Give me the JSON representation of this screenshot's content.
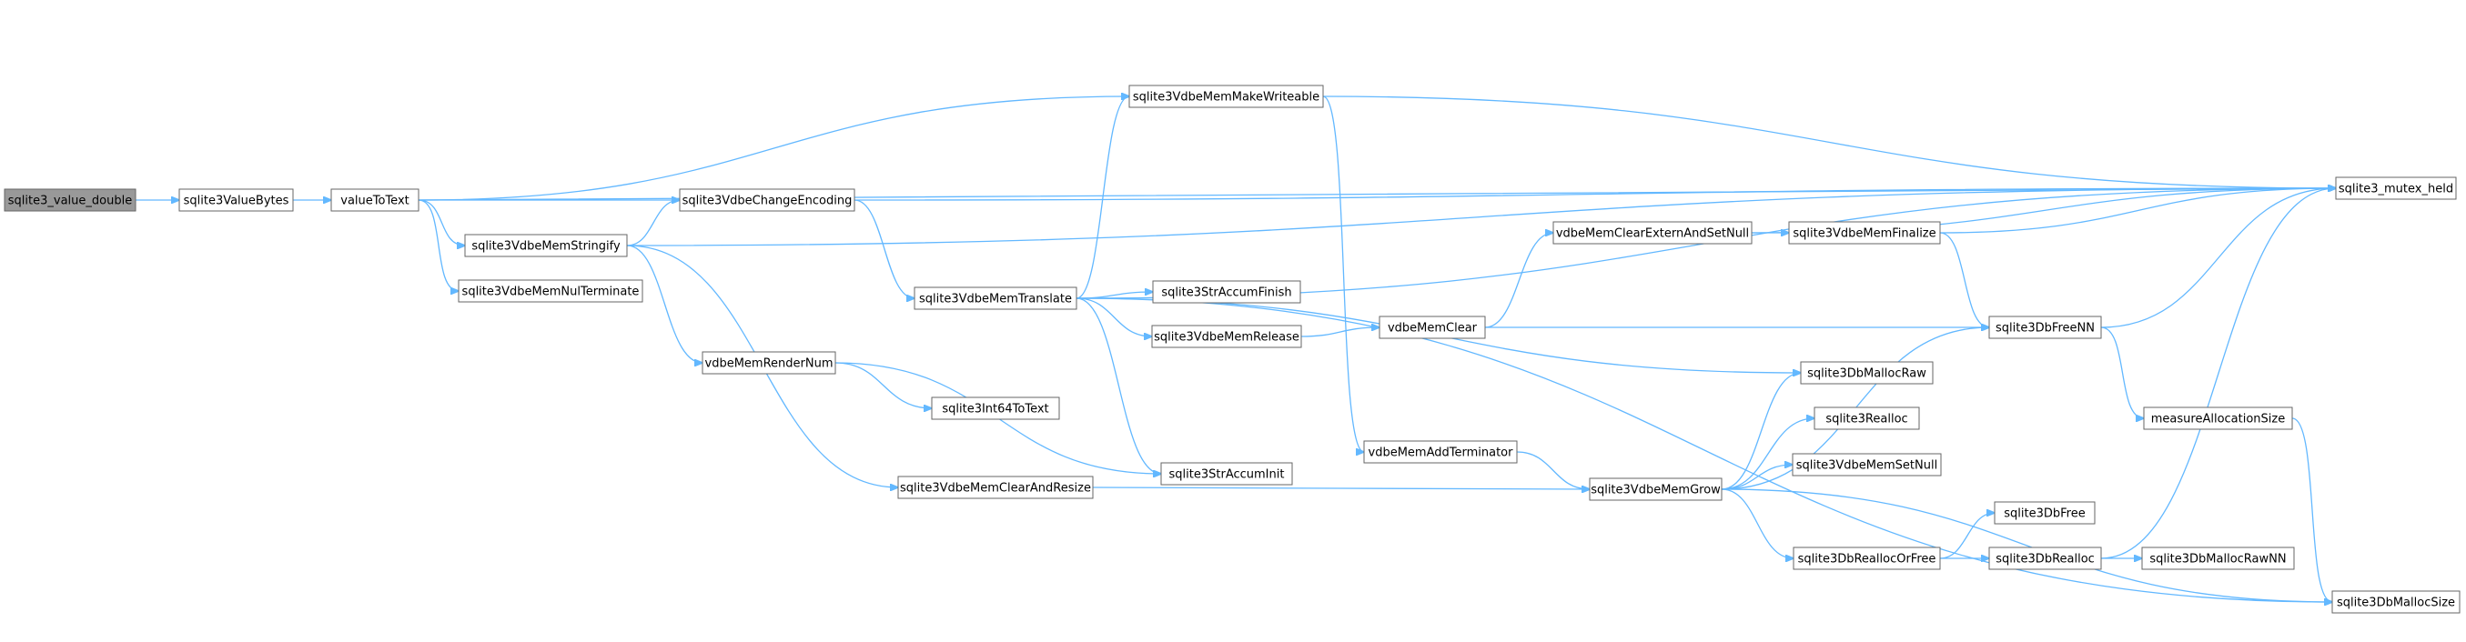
{
  "graph": {
    "root": "sqlite3_value_double",
    "accent_color": "#63b8ff",
    "root_fill": "#999999",
    "nodes": {
      "n_sqlite3_value_double": "sqlite3_value_double",
      "n_sqlite3ValueBytes": "sqlite3ValueBytes",
      "n_valueToText": "valueToText",
      "n_sqlite3VdbeChangeEncoding": "sqlite3VdbeChangeEncoding",
      "n_sqlite3VdbeMemStringify": "sqlite3VdbeMemStringify",
      "n_sqlite3VdbeMemNulTerminate": "sqlite3VdbeMemNulTerminate",
      "n_sqlite3VdbeMemMakeWriteable": "sqlite3VdbeMemMakeWriteable",
      "n_sqlite3VdbeMemTranslate": "sqlite3VdbeMemTranslate",
      "n_vdbeMemRenderNum": "vdbeMemRenderNum",
      "n_sqlite3Int64ToText": "sqlite3Int64ToText",
      "n_sqlite3VdbeMemClearAndResize": "sqlite3VdbeMemClearAndResize",
      "n_sqlite3StrAccumFinish": "sqlite3StrAccumFinish",
      "n_sqlite3VdbeMemRelease": "sqlite3VdbeMemRelease",
      "n_sqlite3StrAccumInit": "sqlite3StrAccumInit",
      "n_vdbeMemAddTerminator": "vdbeMemAddTerminator",
      "n_vdbeMemClearExternAndSetNull": "vdbeMemClearExternAndSetNull",
      "n_vdbeMemClear": "vdbeMemClear",
      "n_sqlite3VdbeMemGrow": "sqlite3VdbeMemGrow",
      "n_sqlite3VdbeMemFinalize": "sqlite3VdbeMemFinalize",
      "n_sqlite3DbMallocRaw": "sqlite3DbMallocRaw",
      "n_sqlite3Realloc": "sqlite3Realloc",
      "n_sqlite3VdbeMemSetNull": "sqlite3VdbeMemSetNull",
      "n_sqlite3DbReallocOrFree": "sqlite3DbReallocOrFree",
      "n_sqlite3DbFree": "sqlite3DbFree",
      "n_sqlite3DbRealloc": "sqlite3DbRealloc",
      "n_sqlite3_mutex_held": "sqlite3_mutex_held",
      "n_sqlite3DbFreeNN": "sqlite3DbFreeNN",
      "n_measureAllocationSize": "measureAllocationSize",
      "n_sqlite3DbMallocRawNN": "sqlite3DbMallocRawNN",
      "n_sqlite3DbMallocSize": "sqlite3DbMallocSize"
    },
    "edges": [
      [
        "n_sqlite3_value_double",
        "n_sqlite3ValueBytes"
      ],
      [
        "n_sqlite3ValueBytes",
        "n_valueToText"
      ],
      [
        "n_valueToText",
        "n_sqlite3_mutex_held"
      ],
      [
        "n_valueToText",
        "n_sqlite3VdbeMemMakeWriteable"
      ],
      [
        "n_valueToText",
        "n_sqlite3VdbeChangeEncoding"
      ],
      [
        "n_valueToText",
        "n_sqlite3VdbeMemStringify"
      ],
      [
        "n_valueToText",
        "n_sqlite3VdbeMemNulTerminate"
      ],
      [
        "n_sqlite3VdbeChangeEncoding",
        "n_sqlite3_mutex_held"
      ],
      [
        "n_sqlite3VdbeChangeEncoding",
        "n_sqlite3VdbeMemTranslate"
      ],
      [
        "n_sqlite3VdbeMemStringify",
        "n_sqlite3VdbeChangeEncoding"
      ],
      [
        "n_sqlite3VdbeMemStringify",
        "n_sqlite3_mutex_held"
      ],
      [
        "n_sqlite3VdbeMemStringify",
        "n_vdbeMemRenderNum"
      ],
      [
        "n_sqlite3VdbeMemStringify",
        "n_sqlite3VdbeMemClearAndResize"
      ],
      [
        "n_sqlite3VdbeMemMakeWriteable",
        "n_sqlite3_mutex_held"
      ],
      [
        "n_sqlite3VdbeMemMakeWriteable",
        "n_vdbeMemAddTerminator"
      ],
      [
        "n_sqlite3VdbeMemTranslate",
        "n_sqlite3VdbeMemMakeWriteable"
      ],
      [
        "n_sqlite3VdbeMemTranslate",
        "n_sqlite3_mutex_held"
      ],
      [
        "n_sqlite3VdbeMemTranslate",
        "n_sqlite3StrAccumFinish"
      ],
      [
        "n_sqlite3VdbeMemTranslate",
        "n_sqlite3VdbeMemRelease"
      ],
      [
        "n_sqlite3VdbeMemTranslate",
        "n_sqlite3DbMallocRaw"
      ],
      [
        "n_sqlite3VdbeMemTranslate",
        "n_sqlite3StrAccumInit"
      ],
      [
        "n_sqlite3VdbeMemTranslate",
        "n_sqlite3DbMallocSize"
      ],
      [
        "n_vdbeMemRenderNum",
        "n_sqlite3Int64ToText"
      ],
      [
        "n_vdbeMemRenderNum",
        "n_sqlite3StrAccumInit"
      ],
      [
        "n_sqlite3VdbeMemClearAndResize",
        "n_sqlite3VdbeMemGrow"
      ],
      [
        "n_sqlite3VdbeMemRelease",
        "n_vdbeMemClear"
      ],
      [
        "n_vdbeMemAddTerminator",
        "n_sqlite3VdbeMemGrow"
      ],
      [
        "n_vdbeMemClear",
        "n_vdbeMemClearExternAndSetNull"
      ],
      [
        "n_vdbeMemClear",
        "n_sqlite3DbFreeNN"
      ],
      [
        "n_vdbeMemClearExternAndSetNull",
        "n_sqlite3_mutex_held"
      ],
      [
        "n_vdbeMemClearExternAndSetNull",
        "n_sqlite3VdbeMemFinalize"
      ],
      [
        "n_sqlite3VdbeMemFinalize",
        "n_sqlite3_mutex_held"
      ],
      [
        "n_sqlite3VdbeMemFinalize",
        "n_sqlite3DbFreeNN"
      ],
      [
        "n_sqlite3VdbeMemGrow",
        "n_sqlite3DbMallocRaw"
      ],
      [
        "n_sqlite3VdbeMemGrow",
        "n_sqlite3Realloc"
      ],
      [
        "n_sqlite3VdbeMemGrow",
        "n_sqlite3VdbeMemSetNull"
      ],
      [
        "n_sqlite3VdbeMemGrow",
        "n_sqlite3DbFreeNN"
      ],
      [
        "n_sqlite3VdbeMemGrow",
        "n_sqlite3DbReallocOrFree"
      ],
      [
        "n_sqlite3VdbeMemGrow",
        "n_sqlite3DbMallocSize"
      ],
      [
        "n_sqlite3DbReallocOrFree",
        "n_sqlite3DbFree"
      ],
      [
        "n_sqlite3DbReallocOrFree",
        "n_sqlite3DbRealloc"
      ],
      [
        "n_sqlite3DbRealloc",
        "n_sqlite3_mutex_held"
      ],
      [
        "n_sqlite3DbRealloc",
        "n_sqlite3DbMallocRawNN"
      ],
      [
        "n_sqlite3DbFreeNN",
        "n_sqlite3_mutex_held"
      ],
      [
        "n_sqlite3DbFreeNN",
        "n_measureAllocationSize"
      ],
      [
        "n_measureAllocationSize",
        "n_sqlite3DbMallocSize"
      ]
    ]
  }
}
